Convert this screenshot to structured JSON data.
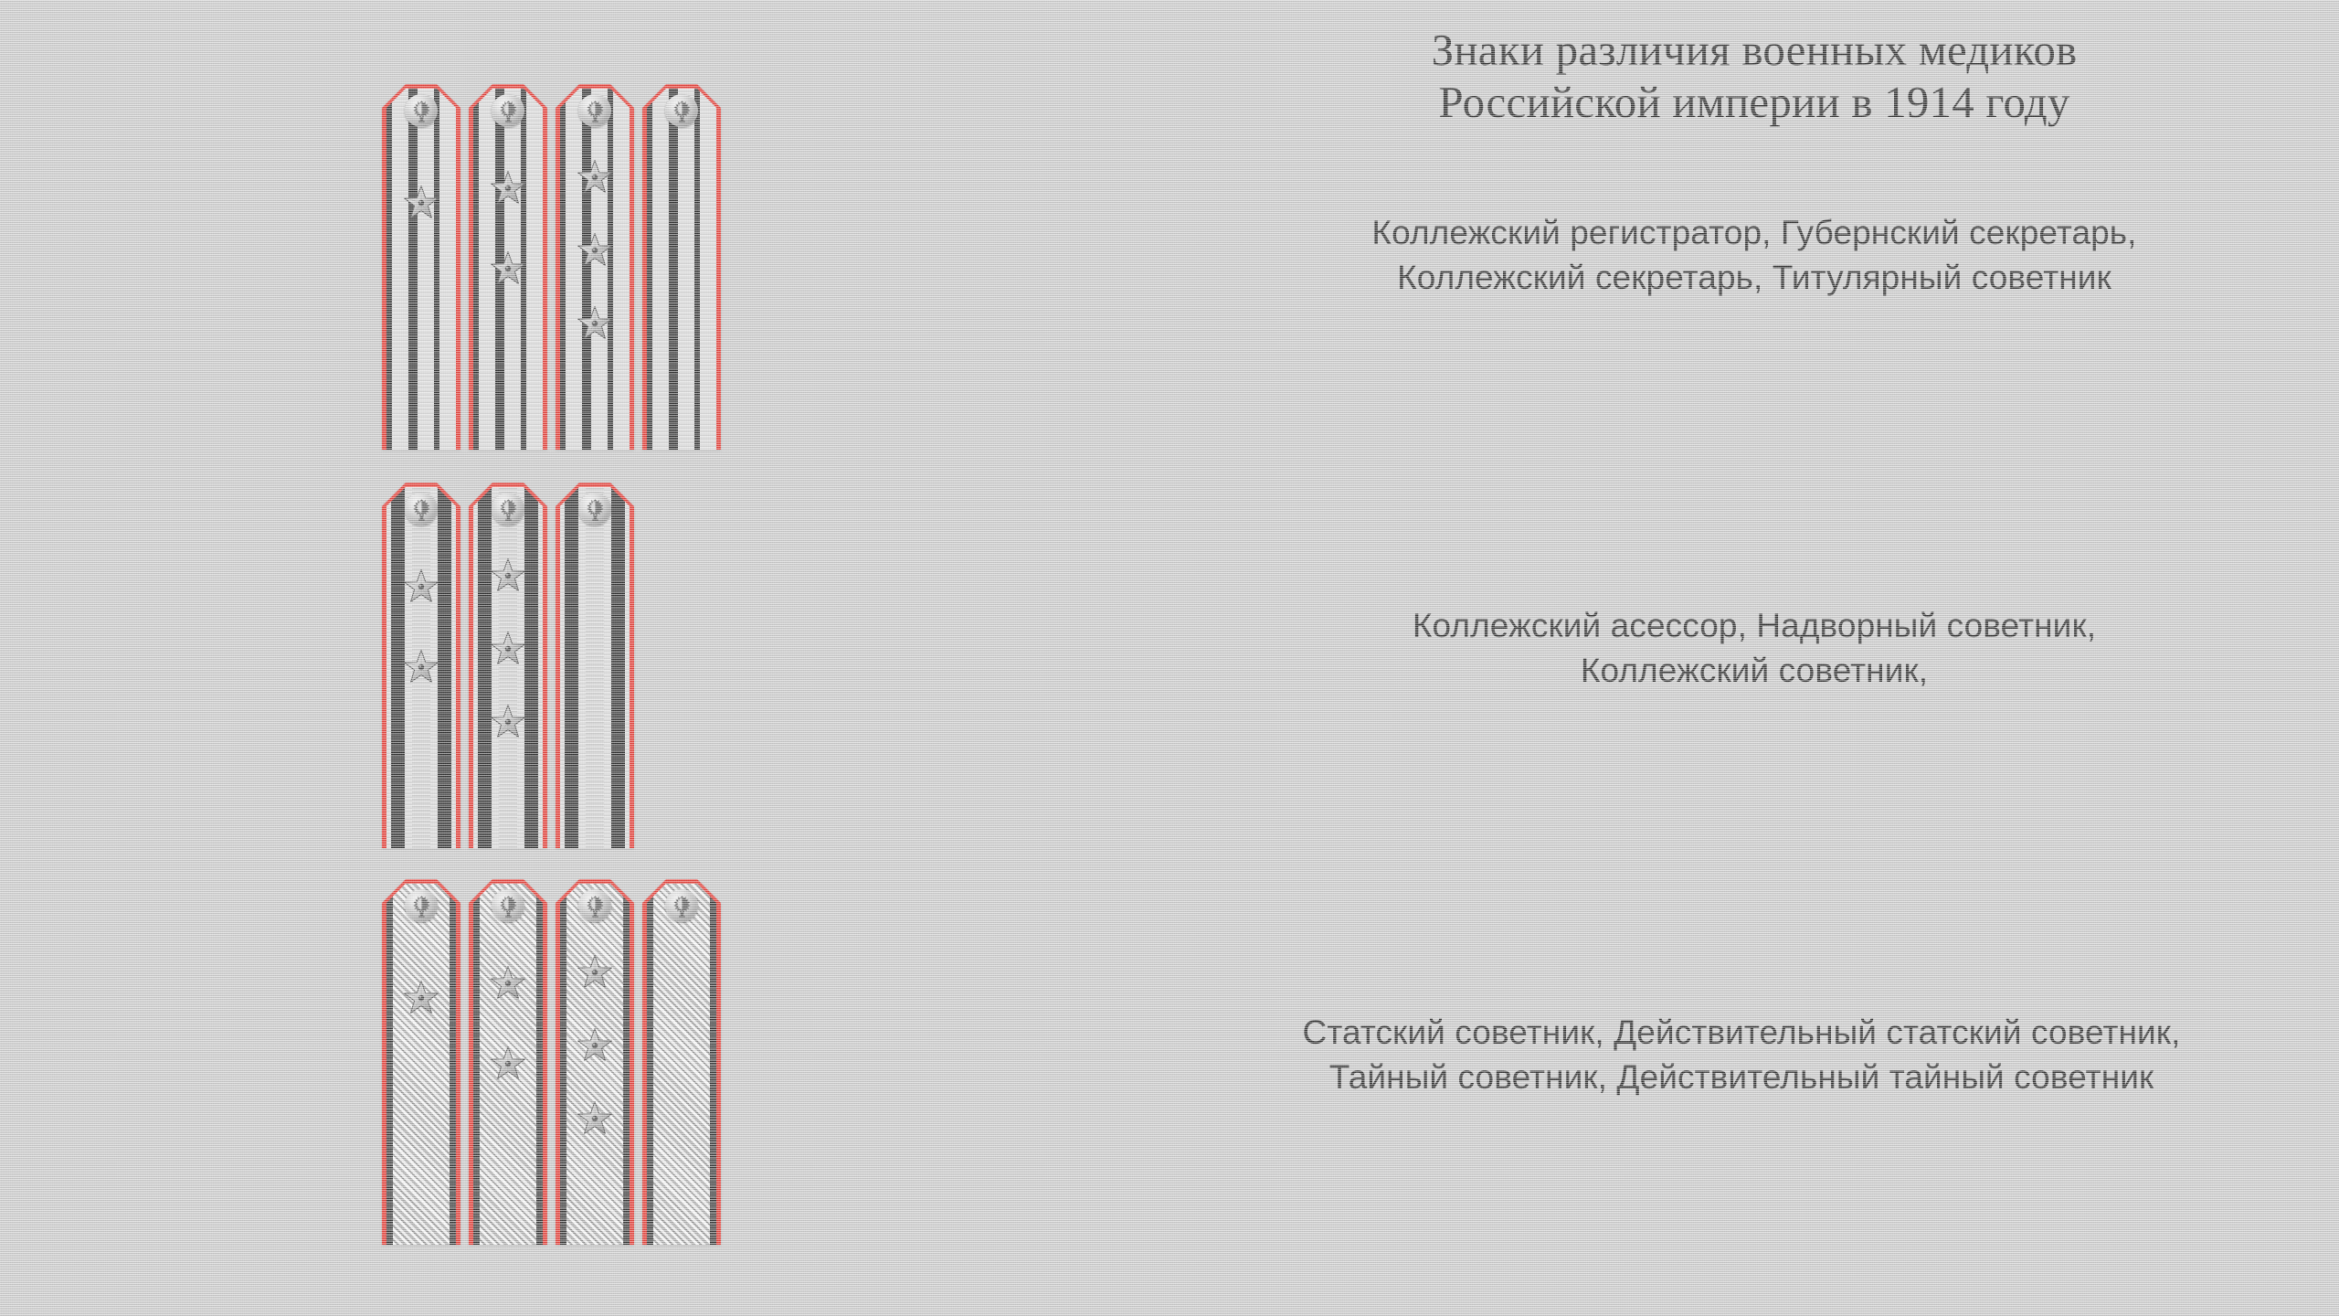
{
  "page": {
    "background_color": "#c9c9c9",
    "text_color": "#111111",
    "piping_color": "#e8241c",
    "stripe_color": "#111111",
    "galloon_color": "#d9d9d9"
  },
  "header": {
    "title": "Знаки различия военных медиков\nРоссийской империи в 1914 году"
  },
  "captions": {
    "group1": "Коллежский регистратор, Губернский секретарь,\nКоллежский секретарь, Титулярный советник",
    "group2": "Коллежский асессор, Надворный советник,\nКоллежский советник,",
    "group3": "Статский советник, Действительный статский советник,\nТайный советник, Действительный тайный советник"
  },
  "groups": [
    {
      "name": "ober-officer-rank-group",
      "pattern": "single-wide-black-center-stripe",
      "boards": [
        {
          "name": "kollezhskiy-registrator",
          "stars": 1
        },
        {
          "name": "gubernskiy-sekretar",
          "stars": 2
        },
        {
          "name": "kollezhskiy-sekretar",
          "stars": 3
        },
        {
          "name": "titulyarnyy-sovetnik",
          "stars": 0
        }
      ]
    },
    {
      "name": "staff-officer-rank-group",
      "pattern": "two-wide-black-stripes",
      "boards": [
        {
          "name": "kollezhskiy-asessor",
          "stars": 2
        },
        {
          "name": "nadvornyy-sovetnik",
          "stars": 3
        },
        {
          "name": "kollezhskiy-sovetnik",
          "stars": 0
        }
      ]
    },
    {
      "name": "general-rank-group",
      "pattern": "zigzag-galloon",
      "boards": [
        {
          "name": "statskiy-sovetnik",
          "stars": 1
        },
        {
          "name": "deystvitelnyy-statskiy-sovetnik",
          "stars": 2
        },
        {
          "name": "taynyy-sovetnik",
          "stars": 3
        },
        {
          "name": "deystvitelnyy-taynyy-sovetnik",
          "stars": 0
        }
      ]
    }
  ],
  "icons": {
    "button": "imperial-eagle-button-icon",
    "star": "rank-star-icon"
  }
}
